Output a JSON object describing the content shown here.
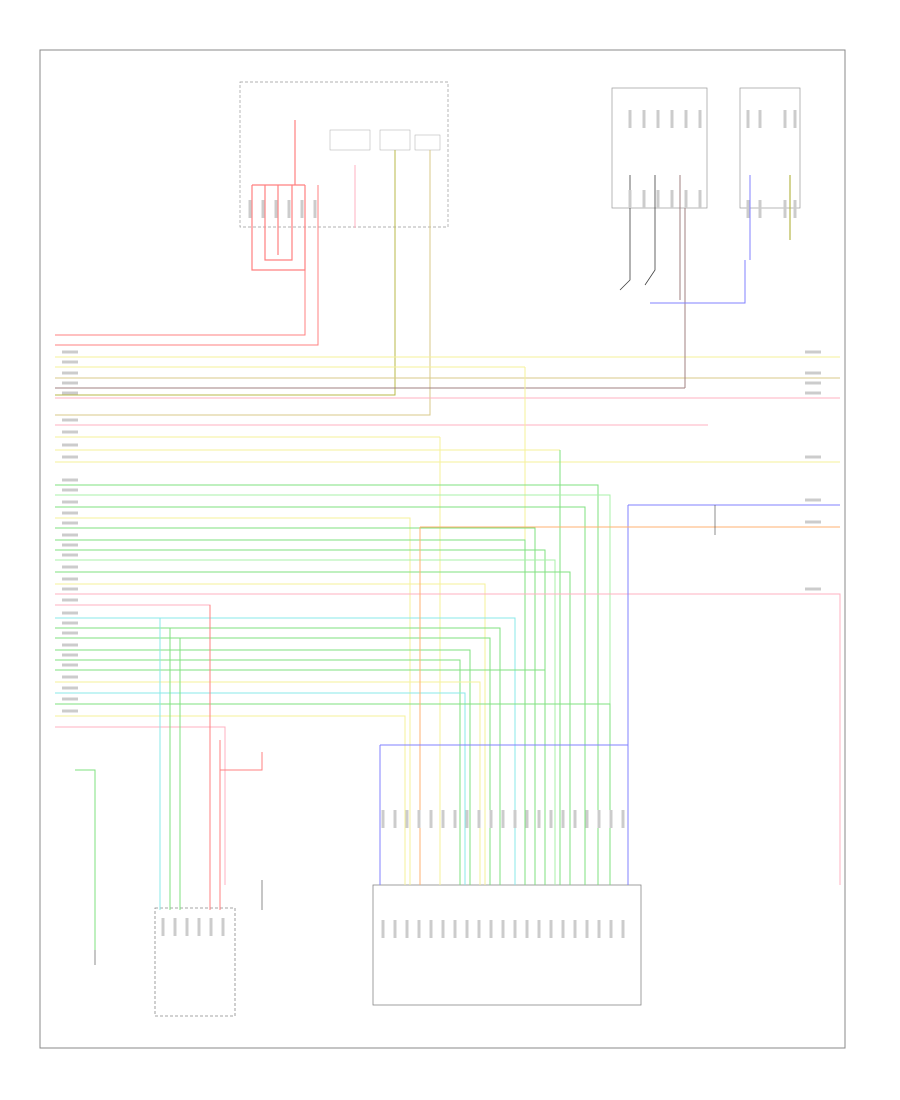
{
  "diagram": {
    "type": "wiring-diagram",
    "page_label": "",
    "components": [
      {
        "id": "power-distribution",
        "title": "",
        "subtitle": ""
      },
      {
        "id": "transmission-range",
        "title": "",
        "subtitle": ""
      },
      {
        "id": "transmission-control-module",
        "title": ""
      },
      {
        "id": "brake-light-switch",
        "title": ""
      },
      {
        "id": "input-speed-sensor",
        "title": ""
      },
      {
        "id": "output-speed-sensor",
        "title": ""
      },
      {
        "id": "body-control-module",
        "title": ""
      },
      {
        "id": "engine-harness-splice",
        "title": ""
      }
    ],
    "wire_colors": {
      "red": "#ff8080",
      "pink": "#ffb0c0",
      "yellow": "#f5f09a",
      "tan": "#d8c88a",
      "olive": "#b8b84a",
      "green": "#7fe07f",
      "lightgreen": "#a8f0a8",
      "cyan": "#88e8e8",
      "blue": "#8080ff",
      "orange": "#ffb070",
      "brown": "#a08080",
      "black": "#404040"
    }
  }
}
